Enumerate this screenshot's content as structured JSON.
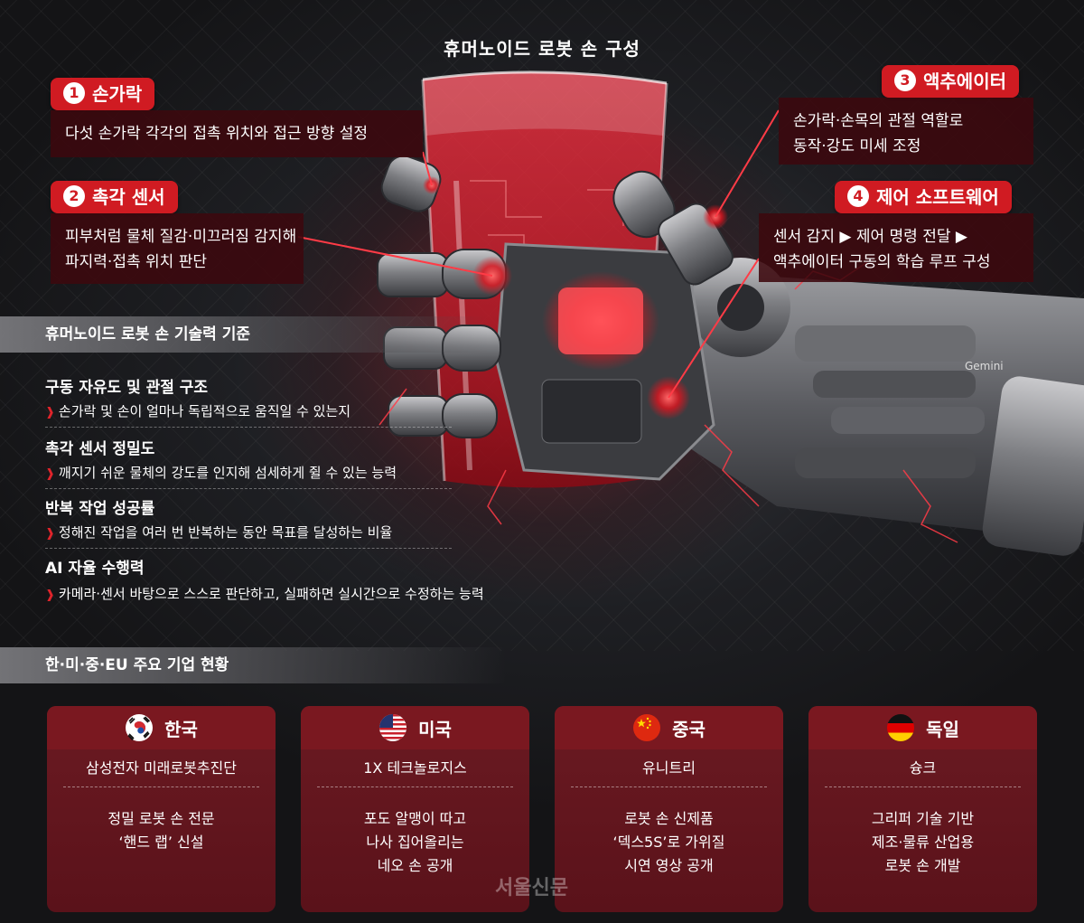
{
  "title": "휴머노이드 로봇 손 구성",
  "components": [
    {
      "num": "1",
      "label": "손가락",
      "lines": [
        "다섯 손가락 각각의 접촉 위치와 접근 방향 설정"
      ]
    },
    {
      "num": "2",
      "label": "촉각 센서",
      "lines": [
        "피부처럼 물체 질감·미끄러짐 감지해",
        "파지력·접촉 위치 판단"
      ]
    },
    {
      "num": "3",
      "label": "액추에이터",
      "lines": [
        "손가락·손목의 관절 역할로",
        "동작·강도 미세 조정"
      ]
    },
    {
      "num": "4",
      "label": "제어 소프트웨어",
      "lines": [
        "센서 감지 ▶ 제어 명령 전달 ▶",
        "액추에이터 구동의 학습 루프 구성"
      ]
    }
  ],
  "criteria_header": "휴머노이드 로봇 손 기술력 기준",
  "criteria": [
    {
      "title": "구동 자유도 및 관절 구조",
      "desc": "손가락 및 손이 얼마나 독립적으로 움직일 수 있는지"
    },
    {
      "title": "촉각 센서 정밀도",
      "desc": "깨지기 쉬운 물체의 강도를 인지해 섬세하게 쥘 수 있는 능력"
    },
    {
      "title": "반복 작업 성공률",
      "desc": "정해진 작업을 여러 번 반복하는 동안 목표를 달성하는 비율"
    },
    {
      "title": "AI 자율 수행력",
      "desc": "카메라·센서 바탕으로 스스로 판단하고, 실패하면 실시간으로 수정하는 능력"
    }
  ],
  "companies_header": "한·미·중·EU 주요 기업 현황",
  "companies": [
    {
      "country": "한국",
      "flag": "korea-flag-icon",
      "company": "삼성전자 미래로봇추진단",
      "lines": [
        "정밀 로봇 손 전문",
        "‘핸드 랩’ 신설"
      ]
    },
    {
      "country": "미국",
      "flag": "usa-flag-icon",
      "company": "1X 테크놀로지스",
      "lines": [
        "포도 알맹이 따고",
        "나사 집어올리는",
        "네오 손 공개"
      ]
    },
    {
      "country": "중국",
      "flag": "china-flag-icon",
      "company": "유니트리",
      "lines": [
        "로봇 손 신제품",
        "‘덱스5S’로 가위질",
        "시연 영상 공개"
      ]
    },
    {
      "country": "독일",
      "flag": "germany-flag-icon",
      "company": "슝크",
      "lines": [
        "그리퍼 기술 기반",
        "제조·물류 산업용",
        "로봇 손 개발"
      ]
    }
  ],
  "image_credit": "Gemini",
  "watermark": "서울신문",
  "colors": {
    "accent": "#d01b22",
    "card": "#6b1a22",
    "background": "#1e1f23"
  }
}
